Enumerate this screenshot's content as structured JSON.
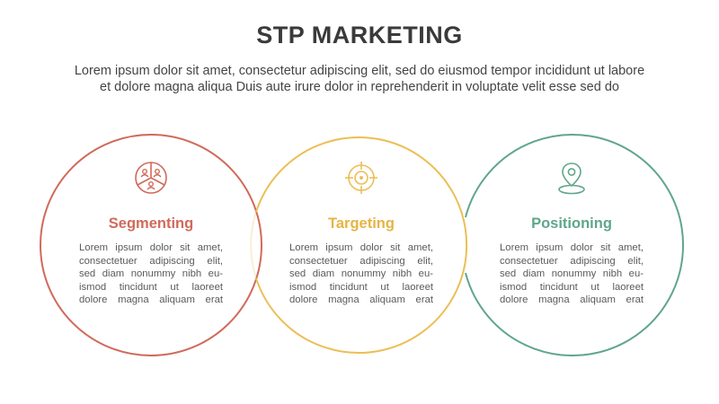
{
  "header": {
    "title": "STP MARKETING",
    "subtitle_lines": [
      "Lorem ipsum dolor sit amet, consectetur adipiscing elit, sed do eiusmod tempor incididunt ut labore",
      "et dolore magna aliqua Duis aute irure dolor in reprehenderit in voluptate velit esse sed do"
    ]
  },
  "stages": [
    {
      "title": "Segmenting",
      "icon": "segment-users-pie-icon",
      "color": "#d06a5a",
      "body_lines": [
        "Lorem ipsum dolor sit amet,",
        "consectetuer adipiscing elit,",
        "sed diam nonummy nibh eu-",
        "ismod tincidunt ut laoreet",
        "dolore magna aliquam erat"
      ]
    },
    {
      "title": "Targeting",
      "icon": "crosshair-target-icon",
      "color": "#ecbe55",
      "body_lines": [
        "Lorem ipsum dolor sit amet,",
        "consectetuer adipiscing elit,",
        "sed diam nonummy nibh eu-",
        "ismod tincidunt ut laoreet",
        "dolore magna aliquam erat"
      ]
    },
    {
      "title": "Positioning",
      "icon": "map-pin-location-icon",
      "color": "#5fa68a",
      "body_lines": [
        "Lorem ipsum dolor sit amet,",
        "consectetuer adipiscing elit,",
        "sed diam nonummy nibh eu-",
        "ismod tincidunt ut laoreet",
        "dolore magna aliquam erat"
      ]
    }
  ]
}
